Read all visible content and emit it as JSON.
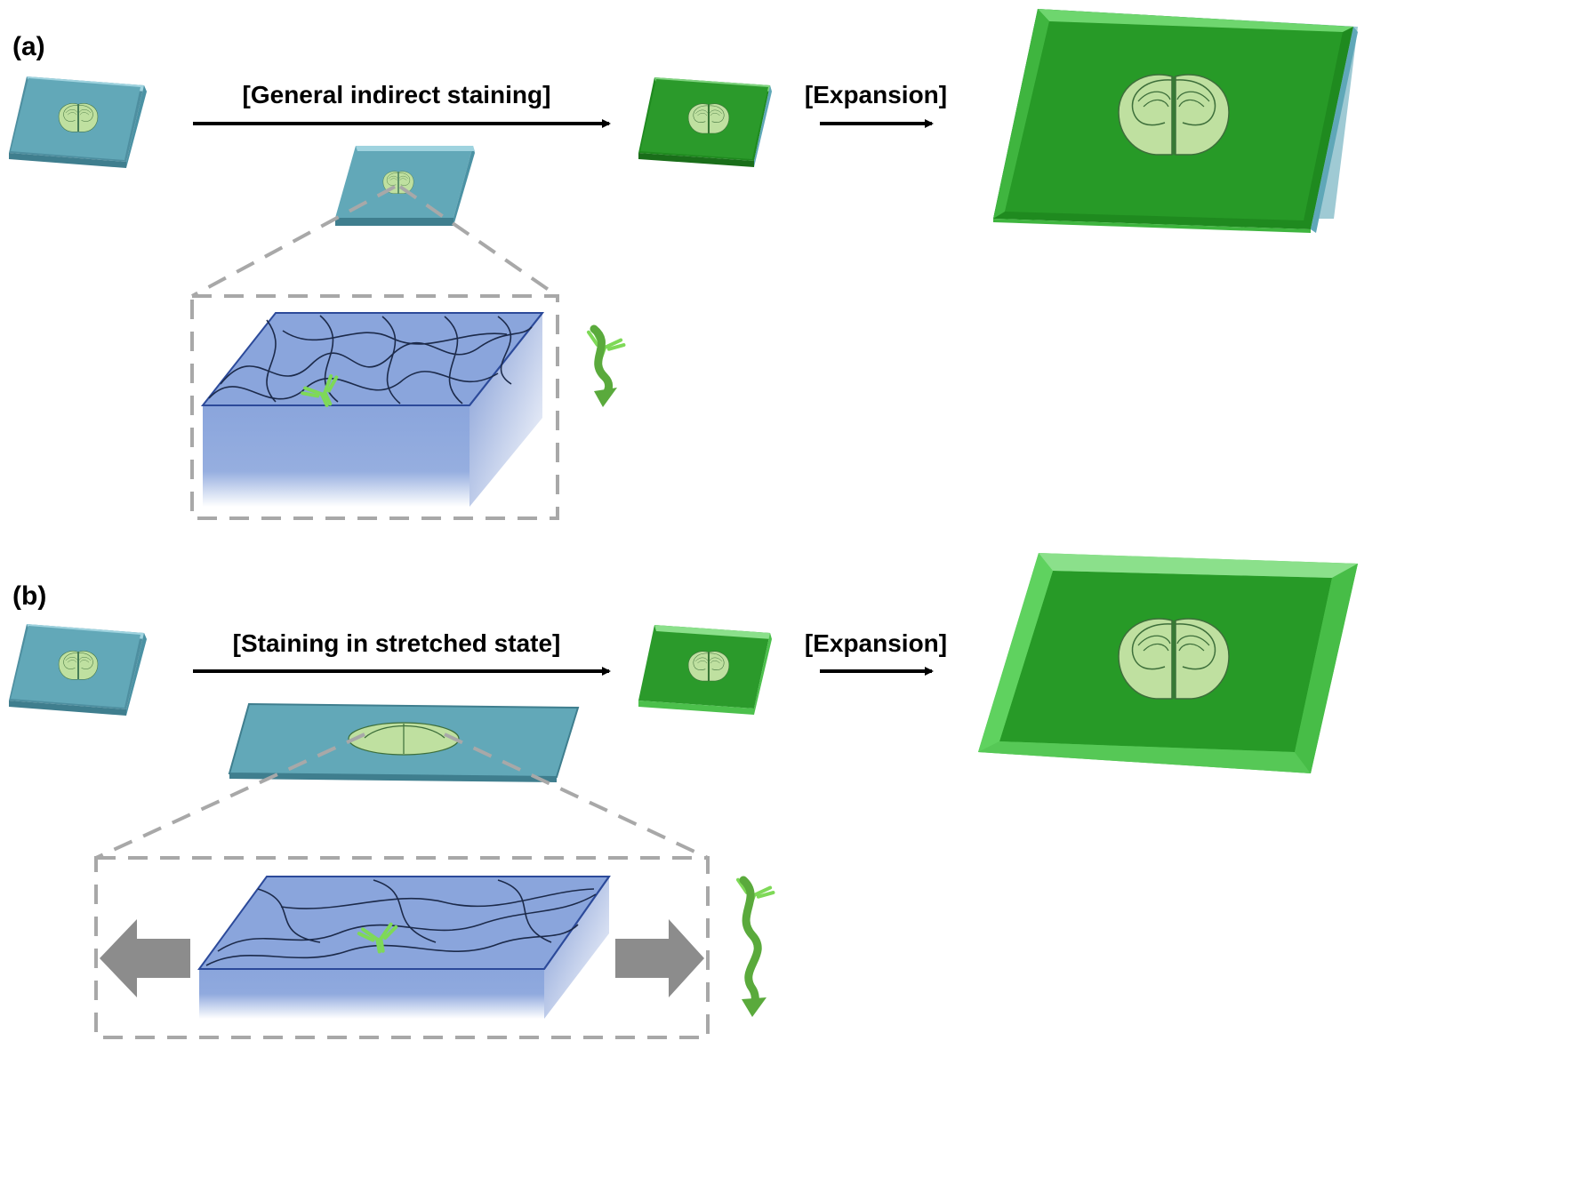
{
  "panel_a": {
    "label": "(a)",
    "step1_label": "[General indirect staining]",
    "step2_label": "[Expansion]"
  },
  "panel_b": {
    "label": "(b)",
    "step1_label": "[Staining in stretched state]",
    "step2_label": "[Expansion]"
  },
  "colors": {
    "gel_unstained": "#5fa7b8",
    "gel_stained": "#2b9a2b",
    "gel_expanded_edge": "#55c855",
    "hydrogel_block": "#8aa5dc",
    "hydrogel_edge": "#2c4a9a",
    "antibody": "#7ed957",
    "arrow_green": "#5aaa3c",
    "arrow_gray": "#8c8c8c",
    "dash_gray": "#a8a8a8",
    "brain_fill": "#bfe0a0"
  },
  "icons": [
    "arrow-right-icon",
    "antibody-icon",
    "wavy-arrow-icon",
    "stretch-arrow-left-icon",
    "stretch-arrow-right-icon",
    "brain-section-icon"
  ]
}
